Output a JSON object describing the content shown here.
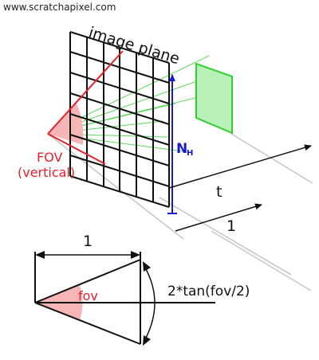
{
  "watermark": "www.scratchapixel.com",
  "top_figure": {
    "image_plane_label": "image plane",
    "fov_label_line1": "FOV",
    "fov_label_line2": "(vertical)",
    "normal_label": "N",
    "normal_subscript": "H",
    "distance_label": "t",
    "unit_label": "1"
  },
  "bottom_figure": {
    "unit_label": "1",
    "fov_label": "fov",
    "formula_label": "2*tan(fov/2)"
  },
  "colors": {
    "fov": "#e8202a",
    "fov_fill": "#f7b6b6",
    "normal": "#1a1acc",
    "frustum": "#30d030",
    "frustum_fill": "#b8f0b8",
    "grid": "#111111",
    "guide": "#c8c8c8"
  }
}
